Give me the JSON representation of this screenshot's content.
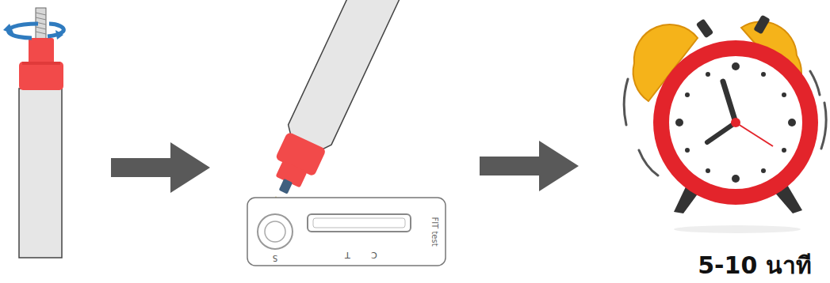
{
  "diagram": {
    "labels": [
      "S",
      "T",
      "C",
      "FIT test",
      "5-10 นาที"
    ]
  }
}
